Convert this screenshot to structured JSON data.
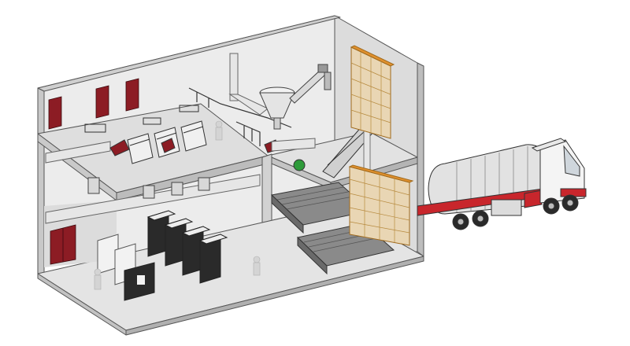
{
  "scene": {
    "type": "isometric-cutaway-plant-illustration",
    "colors": {
      "background": "#ffffff",
      "wall_light": "#ececec",
      "wall_mid": "#d6d6d6",
      "wall_dark": "#b9b9b9",
      "floor": "#dcdcdc",
      "outline": "#555555",
      "door_red": "#8c1c24",
      "door_orange": "#e0902e",
      "door_panel": "#e9d6b4",
      "truck_red": "#c8262c",
      "truck_white": "#f4f4f4",
      "tank_silver": "#e2e2e2",
      "machine_grey": "#7a7a7a",
      "accent_green": "#2e9b3a"
    },
    "icons": [
      "factory-building",
      "storage-silo",
      "screw-conveyor",
      "bagging-machine",
      "air-compressor",
      "sectional-door",
      "tanker-truck"
    ]
  }
}
